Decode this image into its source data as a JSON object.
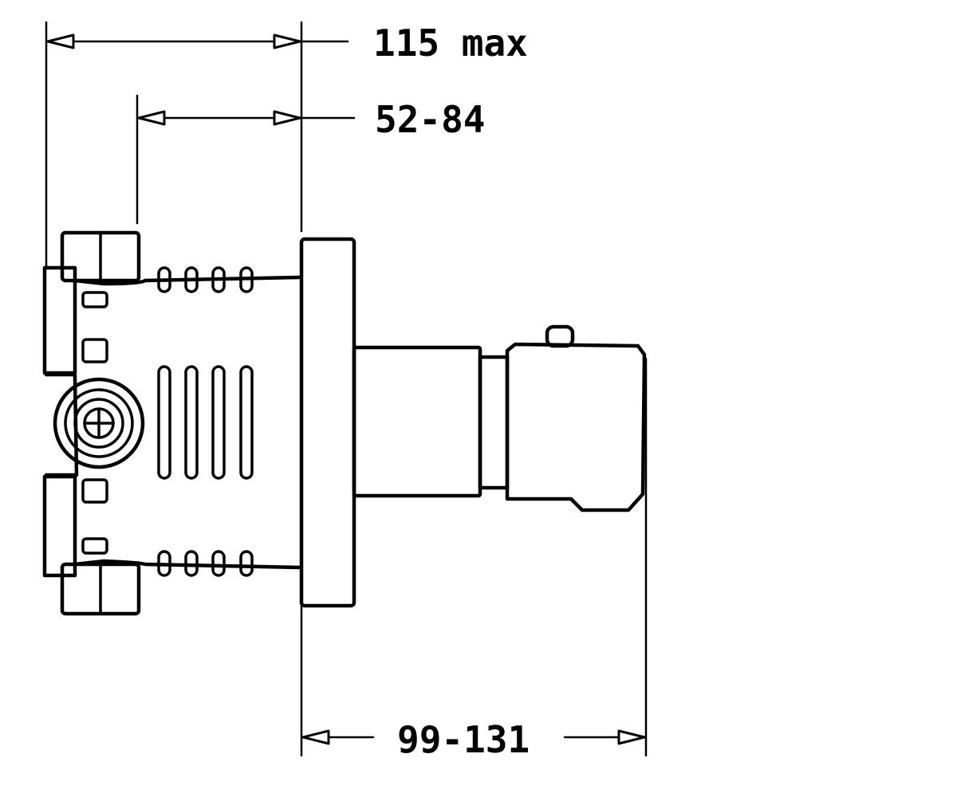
{
  "dimensions": {
    "overall_depth": "115 max",
    "installation_depth": "52-84",
    "projection": "99-131"
  }
}
